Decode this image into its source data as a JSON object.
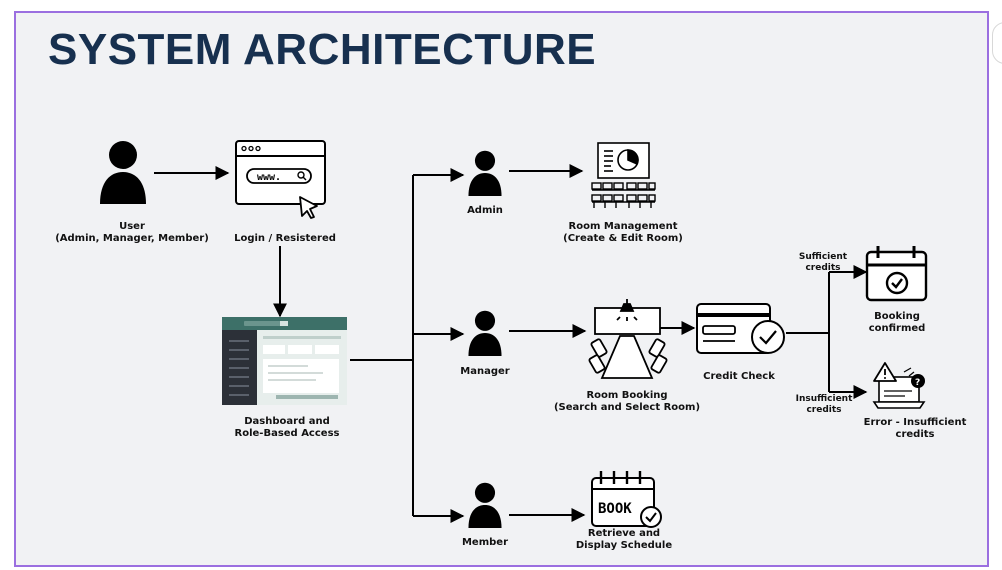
{
  "title": "SYSTEM ARCHITECTURE",
  "nodes": {
    "user": {
      "line1": "User",
      "line2": "(Admin, Manager, Member)"
    },
    "login": {
      "line1": "Login / Resistered"
    },
    "dashboard": {
      "line1": "Dashboard and",
      "line2": "Role-Based Access"
    },
    "admin": {
      "line1": "Admin"
    },
    "manager": {
      "line1": "Manager"
    },
    "member": {
      "line1": "Member"
    },
    "room_management": {
      "line1": "Room Management",
      "line2": "(Create & Edit Room)"
    },
    "room_booking": {
      "line1": "Room Booking",
      "line2": "(Search and Select Room)"
    },
    "schedule": {
      "line1": "Retrieve and",
      "line2": "Display Schedule"
    },
    "credit_check": {
      "line1": "Credit Check"
    },
    "sufficient": {
      "line1": "Sufficient",
      "line2": "credits"
    },
    "insufficient": {
      "line1": "Insufficient",
      "line2": "credits"
    },
    "booking_confirmed": {
      "line1": "Booking",
      "line2": "confirmed"
    },
    "error": {
      "line1": "Error - Insufficient",
      "line2": "credits"
    }
  },
  "icons": {
    "www_text": "www.",
    "book_text": "BOOK",
    "error_badge": "?"
  },
  "colors": {
    "title": "#17304f",
    "frame": "#9b6fe0",
    "background": "#f1f2f4",
    "dashboard_header": "#3d7068",
    "dashboard_sidebar": "#2c3038",
    "dashboard_body": "#e7eeec"
  }
}
